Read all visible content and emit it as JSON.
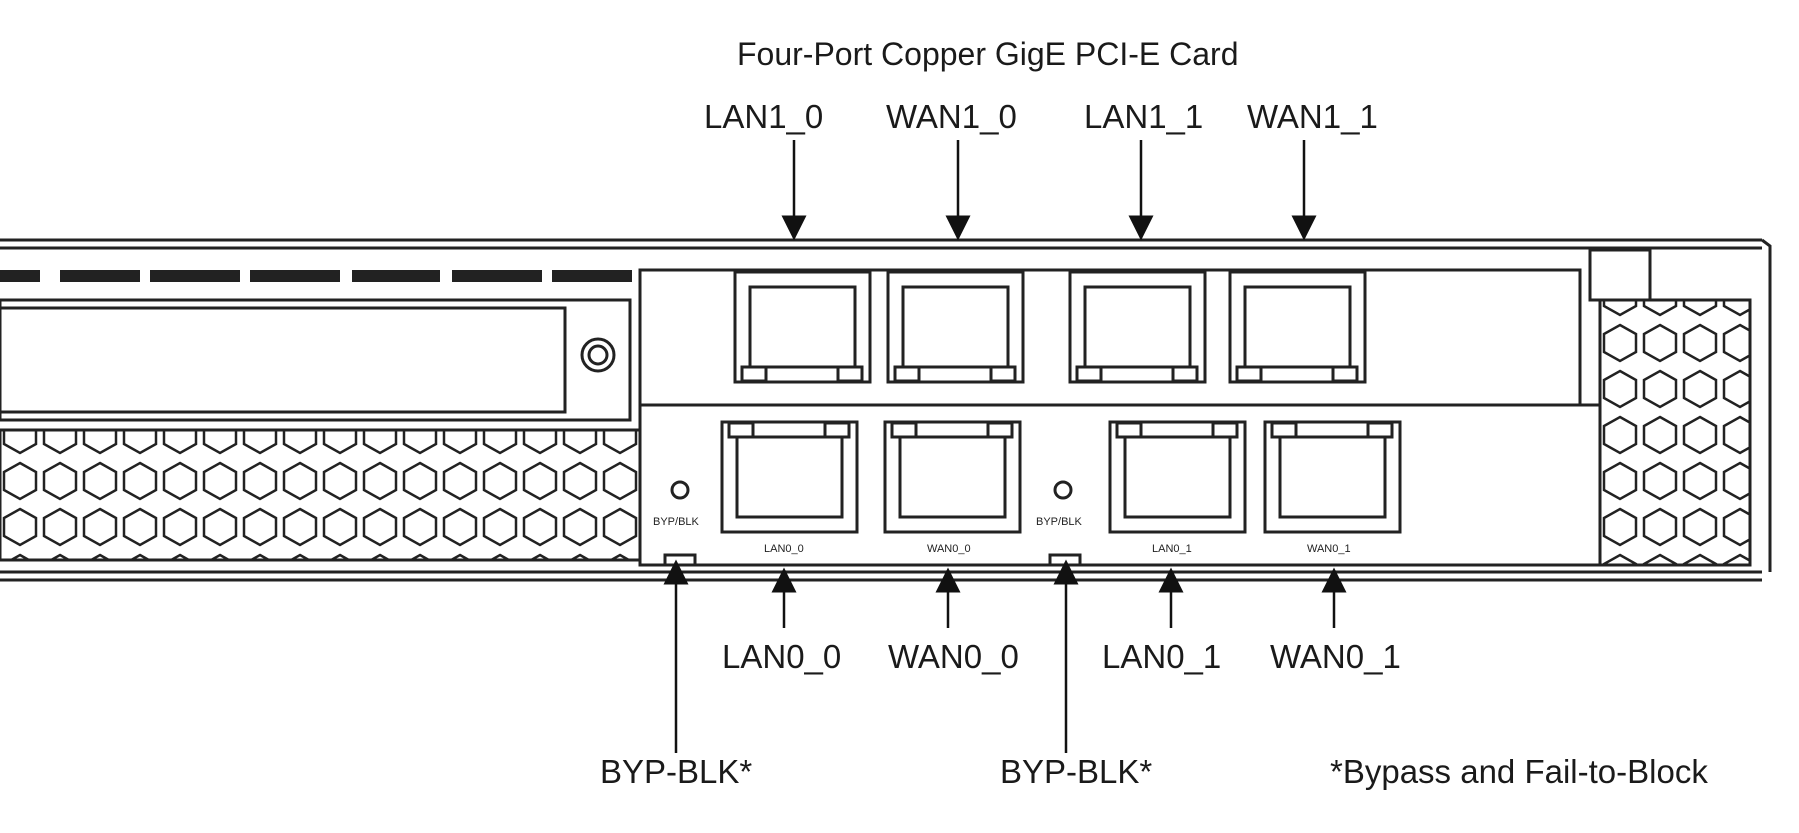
{
  "title": "Four-Port Copper GigE PCI-E Card",
  "top_ports": [
    "LAN1_0",
    "WAN1_0",
    "LAN1_1",
    "WAN1_1"
  ],
  "bottom_ports": [
    "LAN0_0",
    "WAN0_0",
    "LAN0_1",
    "WAN0_1"
  ],
  "bypass_label": "BYP-BLK*",
  "footnote": "*Bypass and Fail-to-Block",
  "panel_text": {
    "byp_blk": "BYP/BLK",
    "lan0_0": "LAN0_0",
    "wan0_0": "WAN0_0",
    "lan0_1": "LAN0_1",
    "wan0_1": "WAN0_1"
  }
}
